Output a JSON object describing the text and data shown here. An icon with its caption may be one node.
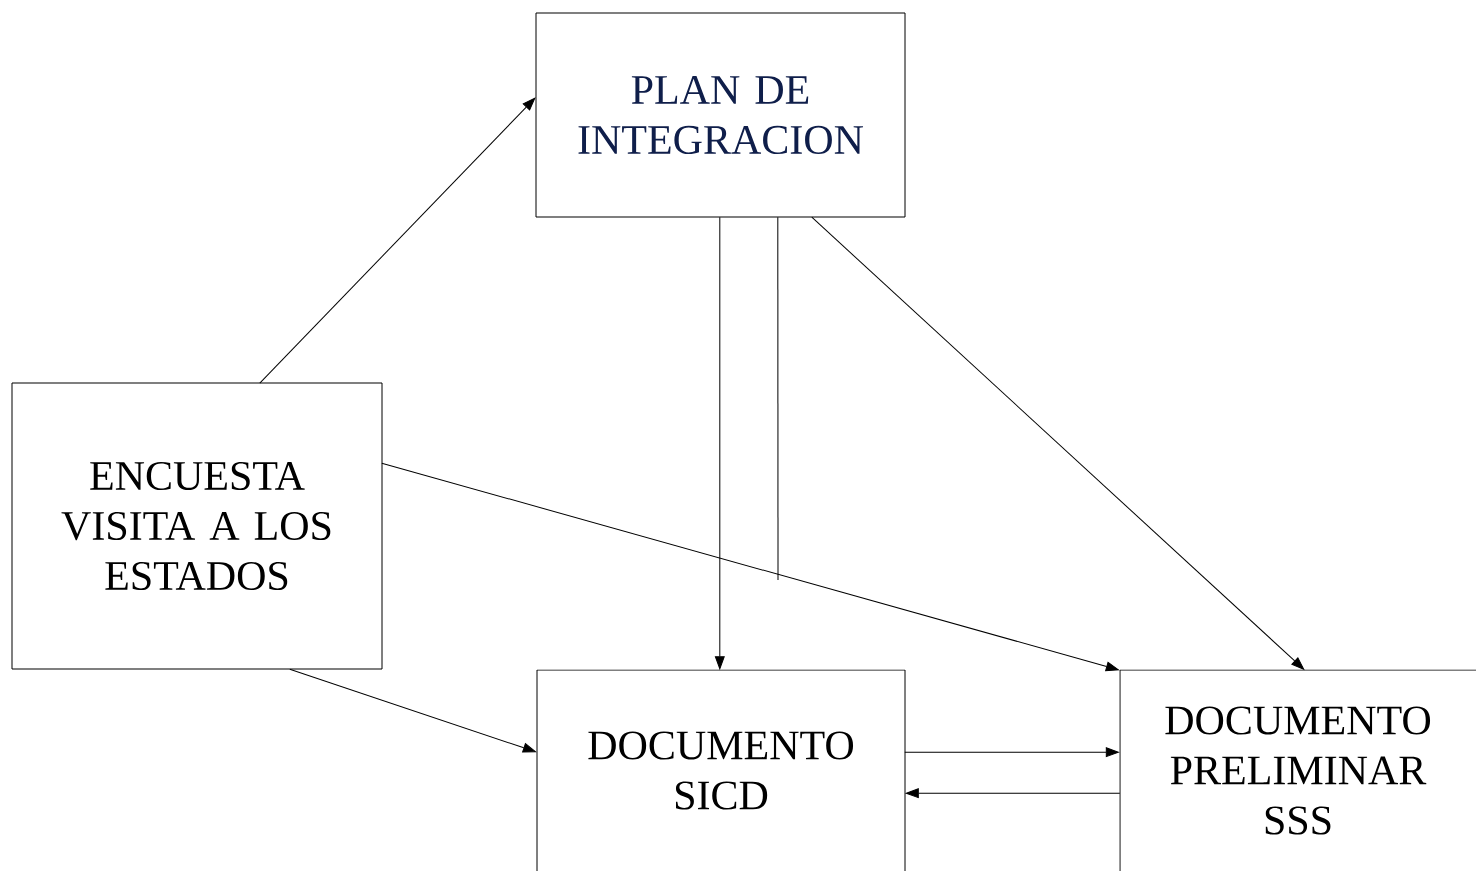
{
  "diagram": {
    "nodes": [
      {
        "text": [
          "PLAN DE INTEGRACION"
        ]
      },
      {
        "text": [
          "ENCUESTA VISITA A LOS ESTADOS"
        ]
      },
      {
        "text": [
          "DOCUMENTO SICD"
        ]
      },
      {
        "text": [
          "DOCUMENTO PRELIMINAR SSS"
        ]
      }
    ],
    "edges": [
      {
        "from": 1,
        "to": 0,
        "arrow": "to"
      },
      {
        "from": 0,
        "to": 2,
        "arrow": "to"
      },
      {
        "from": 0,
        "to": null,
        "arrow": "none"
      },
      {
        "from": 0,
        "to": 3,
        "arrow": "to"
      },
      {
        "from": 1,
        "to": 3,
        "arrow": "to"
      },
      {
        "from": 1,
        "to": 2,
        "arrow": "to"
      },
      {
        "from": 2,
        "to": 3,
        "arrow": "to"
      },
      {
        "from": 3,
        "to": 2,
        "arrow": "to"
      }
    ]
  }
}
